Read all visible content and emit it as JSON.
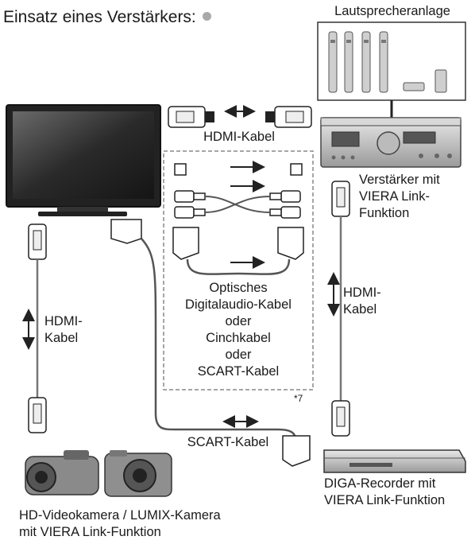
{
  "title": "Einsatz eines Verstärkers:",
  "speaker": {
    "label": "Lautsprecheranlage"
  },
  "amplifier": {
    "label": "Verstärker mit VIERA Link-Funktion",
    "line1": "Verstärker mit",
    "line2": "VIERA Link-",
    "line3": "Funktion"
  },
  "cables": {
    "hdmi_top": "HDMI-Kabel",
    "hdmi_right_1": "HDMI-",
    "hdmi_right_2": "Kabel",
    "hdmi_left_1": "HDMI-",
    "hdmi_left_2": "Kabel",
    "scart_bottom": "SCART-Kabel",
    "middle_lines": [
      "Optisches",
      "Digitalaudio-Kabel",
      "oder",
      "Cinchkabel",
      "oder",
      "SCART-Kabel"
    ]
  },
  "footnote": "*7",
  "recorder": {
    "line1": "DIGA-Recorder mit",
    "line2": "VIERA Link-Funktion"
  },
  "camera": {
    "line1": "HD-Videokamera / LUMIX-Kamera",
    "line2": "mit VIERA Link-Funktion"
  },
  "colors": {
    "accent_dot": "#a9a9a9"
  }
}
